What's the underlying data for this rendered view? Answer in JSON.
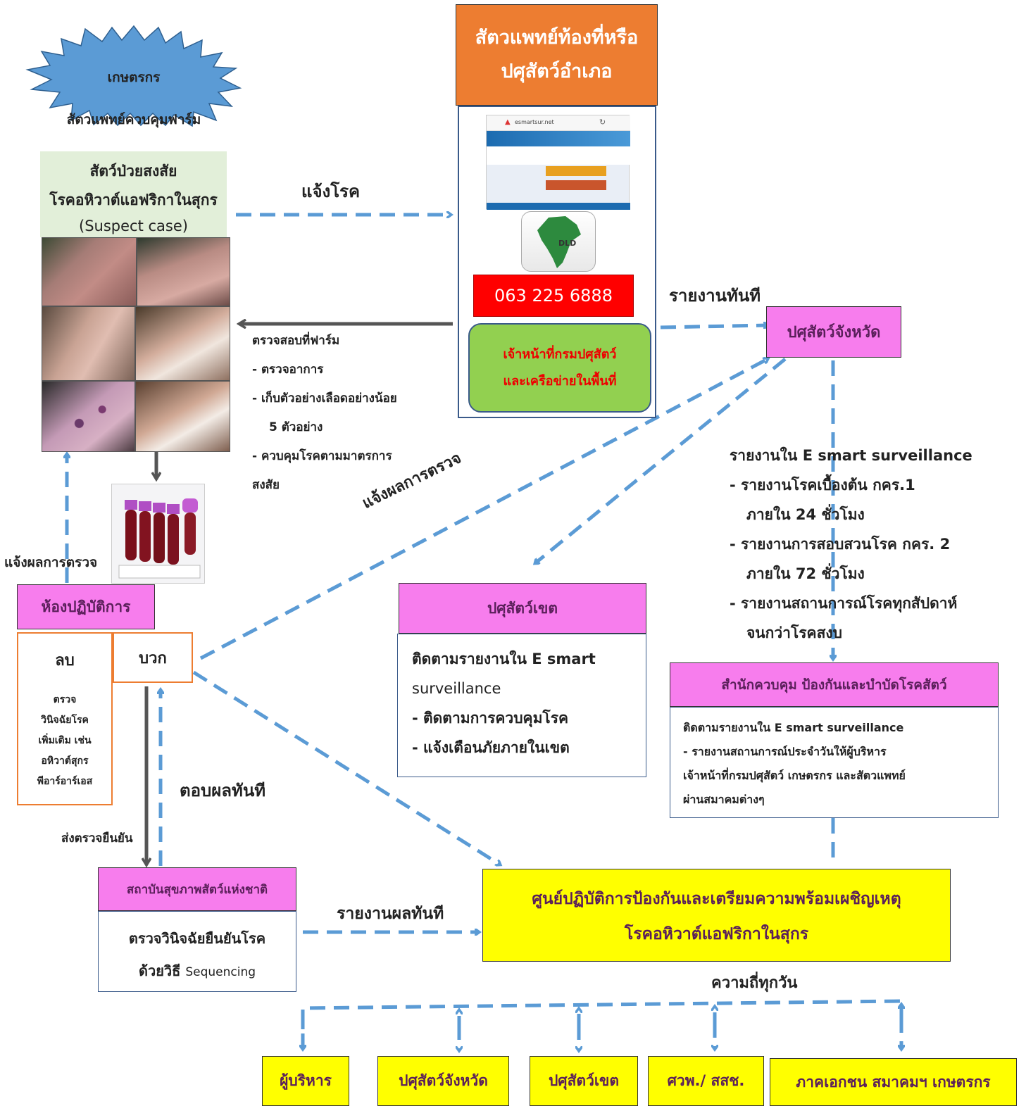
{
  "farmer_burst": {
    "line1": "เกษตรกร",
    "line2": "สัตวแพทย์ควบคุมฟาร์ม"
  },
  "suspect_box": {
    "line1": "สัตว์ป่วยสงสัย",
    "line2": "โรคอหิวาต์แอฟริกาในสุกร",
    "line3": "(Suspect case)"
  },
  "vet_header": {
    "line1": "สัตวแพทย์ท้องที่หรือ",
    "line2": "ปศุสัตว์อำเภอ"
  },
  "app_screen": {
    "site": "esmartsur.net",
    "logo_text": "DLD"
  },
  "phone": "063 225 6888",
  "dld_staff": {
    "line1": "เจ้าหน้าที่กรมปศุสัตว์",
    "line2": "และเครือข่ายในพื้นที่"
  },
  "labels": {
    "report_disease": "แจ้งโรค",
    "report_now": "รายงานทันที",
    "notify_result_diag": "แจ้งผลการตรวจ",
    "notify_result_left": "แจ้งผลการตรวจ",
    "reply_now": "ตอบผลทันที",
    "send_confirm": "ส่งตรวจยืนยัน",
    "report_result_now": "รายงานผลทันที",
    "daily_freq": "ความถี่ทุกวัน"
  },
  "farm_check": {
    "title": "ตรวจสอบที่ฟาร์ม",
    "items": [
      "-  ตรวจอาการ",
      "-  เก็บตัวอย่างเลือดอย่างน้อย",
      "   5 ตัวอย่าง",
      "-  ควบคุมโรคตามมาตรการ",
      "สงสัย"
    ]
  },
  "province": {
    "title": "ปศุสัตว์จังหวัด"
  },
  "esmart": {
    "title": "รายงานใน E smart surveillance",
    "items": [
      "-  รายงานโรคเบื้องต้น กคร.1",
      "    ภายใน 24 ชั่วโมง",
      "-  รายงานการสอบสวนโรค กคร. 2",
      "    ภายใน 72 ชั่วโมง",
      "- รายงานสถานการณ์โรคทุกสัปดาห์",
      "    จนกว่าโรคสงบ"
    ]
  },
  "lab": {
    "title": "ห้องปฏิบัติการ",
    "negative": "ลบ",
    "positive": "บวก",
    "negative_detail": [
      "ตรวจ",
      "วินิจฉัยโรค",
      "เพิ่มเติม เช่น",
      "อหิวาต์สุกร",
      "พีอาร์อาร์เอส"
    ]
  },
  "region": {
    "title": "ปศุสัตว์เขต",
    "lines": [
      "ติดตามรายงานใน E smart",
      "surveillance",
      "-  ติดตามการควบคุมโรค",
      "-  แจ้งเตือนภัยภายในเขต"
    ]
  },
  "bureau": {
    "title": "สำนักควบคุม ป้องกันและบำบัดโรคสัตว์",
    "lines": [
      "ติดตามรายงานใน E smart surveillance",
      "-  รายงานสถานการณ์ประจำวันให้ผู้บริหาร",
      "เจ้าหน้าที่กรมปศุสัตว์ เกษตรกร และสัตวแพทย์",
      "ผ่านสมาคมต่างๆ"
    ]
  },
  "niah": {
    "title": "สถาบันสุขภาพสัตว์แห่งชาติ",
    "line1": "ตรวจวินิจฉัยยืนยันโรค",
    "line2_a": "ด้วยวิธี ",
    "line2_b": "Sequencing"
  },
  "eoc": {
    "line1": "ศูนย์ปฏิบัติการป้องกันและเตรียมความพร้อมเผชิญเหตุ",
    "line2": "โรคอหิวาต์แอฟริกาในสุกร"
  },
  "bottom": [
    "ผู้บริหาร",
    "ปศุสัตว์จังหวัด",
    "ปศุสัตว์เขต",
    "ศวพ./ สสช.",
    "ภาคเอกชน สมาคมฯ เกษตรกร"
  ],
  "colors": {
    "dash_blue": "#5b9bd5",
    "pink": "#f77ded",
    "yellow": "#ffff00",
    "orange": "#ed7d31",
    "red": "#ff0000",
    "green": "#92d050"
  }
}
